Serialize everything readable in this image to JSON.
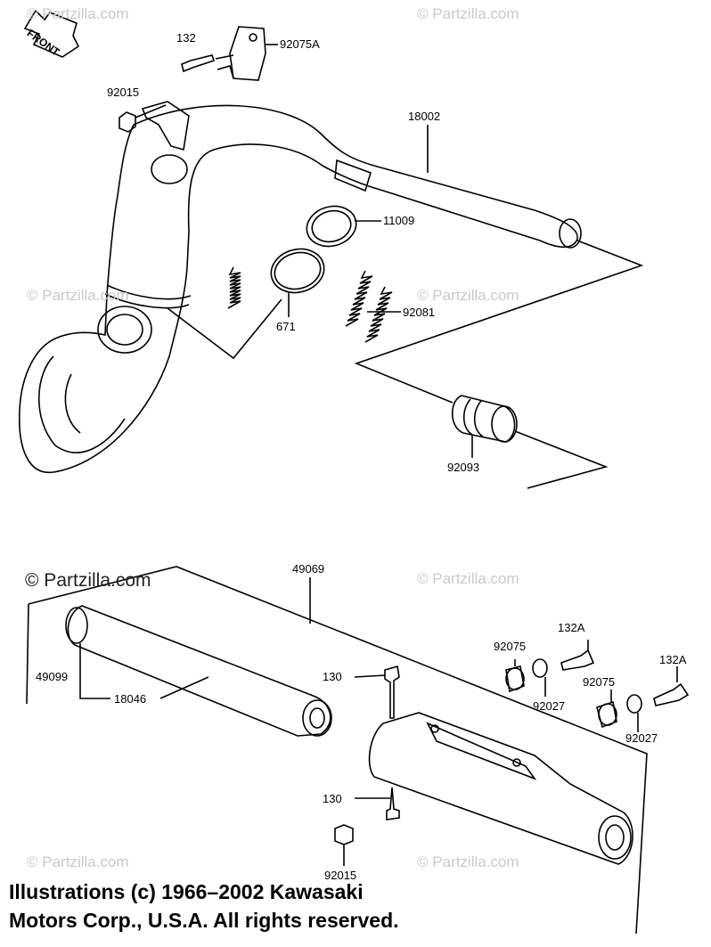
{
  "watermark": {
    "text": "© Partzilla.com",
    "main_text": "© Partzilla.com"
  },
  "front_label": "FRONT",
  "part_labels": {
    "p132": "132",
    "p92075A": "92075A",
    "p92015_top": "92015",
    "p18002": "18002",
    "p11009": "11009",
    "p671": "671",
    "p92081": "92081",
    "p92093": "92093",
    "p49069": "49069",
    "p49099": "49099",
    "p18046": "18046",
    "p130_top": "130",
    "p130_bottom": "130",
    "p92075_a": "92075",
    "p132A_a": "132A",
    "p92027_a": "92027",
    "p92075_b": "92075",
    "p132A_b": "132A",
    "p92027_b": "92027",
    "p92015_bottom": "92015"
  },
  "copyright": {
    "line1": "Illustrations (c) 1966–2002 Kawasaki",
    "line2": "Motors Corp., U.S.A.  All rights reserved."
  }
}
